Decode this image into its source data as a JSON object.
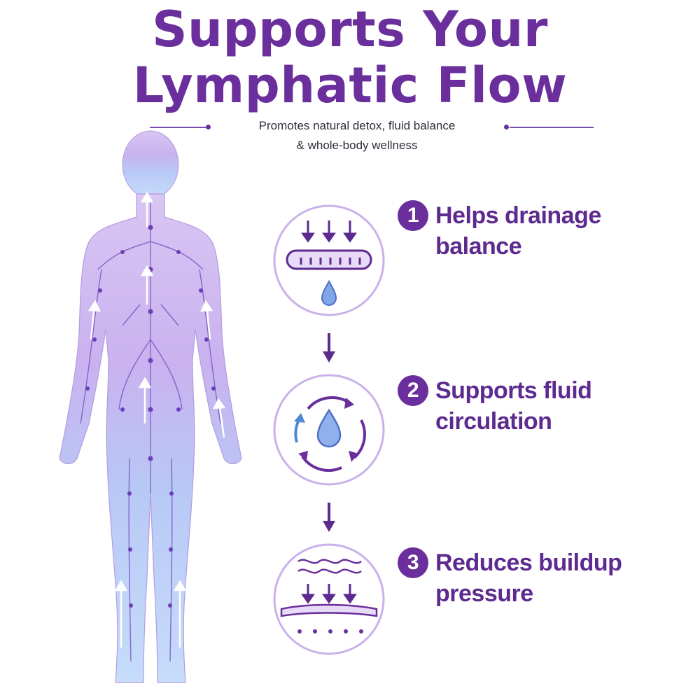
{
  "header": {
    "title_line1": "Supports Your",
    "title_line2": "Lymphatic Flow",
    "subtitle_line1": "Promotes natural detox, fluid balance",
    "subtitle_line2": "& whole-body wellness"
  },
  "steps": [
    {
      "number": "1",
      "line1": "Helps drainage",
      "line2": "balance",
      "icon": "drainage-icon"
    },
    {
      "number": "2",
      "line1": "Supports fluid",
      "line2": "circulation",
      "icon": "circulation-icon"
    },
    {
      "number": "3",
      "line1": "Reduces buildup",
      "line2": "pressure",
      "icon": "pressure-icon"
    }
  ],
  "colors": {
    "primary_purple": "#6a2f9c",
    "light_purple": "#d7c2f0",
    "body_blue": "#a9c8f5",
    "water_blue": "#4f86d6"
  }
}
